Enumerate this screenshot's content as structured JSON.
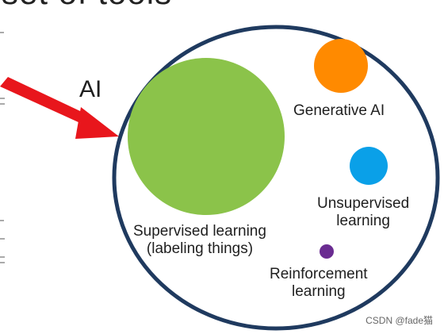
{
  "header": {
    "partial_title": "set of tools"
  },
  "diagram": {
    "outer_label": "AI",
    "regions": {
      "supervised": {
        "line1": "Supervised learning",
        "line2": "(labeling things)",
        "color": "#8bc34a"
      },
      "generative": {
        "label": "Generative AI",
        "color": "#ff8a00"
      },
      "unsupervised": {
        "line1": "Unsupervised",
        "line2": "learning",
        "color": "#0aa0e8"
      },
      "reinforcement": {
        "line1": "Reinforcement",
        "line2": "learning",
        "color": "#6a2c91"
      }
    },
    "outer_circle_color": "#1f3a5f",
    "arrow_color": "#e8161c"
  },
  "watermark": {
    "text": "CSDN @fade猫"
  }
}
